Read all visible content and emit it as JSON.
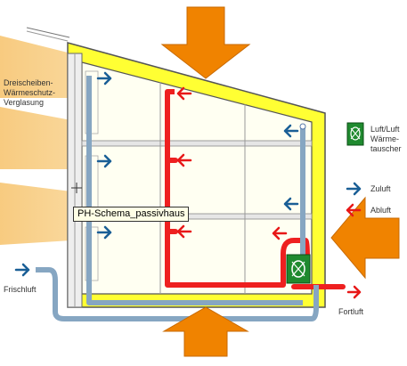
{
  "labels": {
    "glazing": "Dreischeiben-\nWärmeschutz-\nVerglasung",
    "fresh_air": "Frischluft",
    "exhaust_out": "Fortluft",
    "heat_exchanger": "Luft/Luft\nWärme-\ntauscher",
    "supply_air": "Zuluft",
    "extract_air": "Abluft"
  },
  "tooltip": "PH-Schema_passivhaus",
  "colors": {
    "supply": "#1a5f96",
    "extract": "#e81818",
    "duct_blue": "#86a6c2",
    "duct_red": "#ee2020",
    "wall": "#ffff33",
    "wall_outline": "#555555",
    "heat_exchanger": "#1f8a2f",
    "arrow_orange": "#f08300",
    "sun": "#ffd890"
  },
  "icons": {
    "heat_exchanger_legend": "heat-exchanger-icon",
    "supply_legend": "blue-arrow-icon",
    "extract_legend": "red-arrow-icon"
  }
}
